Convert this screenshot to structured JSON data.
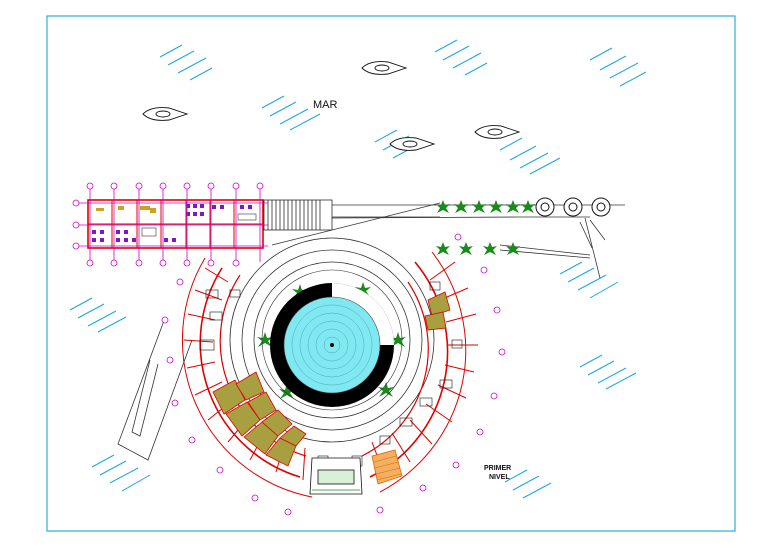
{
  "labels": {
    "sea": "MAR",
    "level_line1": "PRIMER",
    "level_line2": "NIVEL"
  },
  "colors": {
    "frame": "#2ab0d0",
    "water_hatch": "#1aa6e0",
    "walls": "#e00000",
    "axis_bubble": "#d000d0",
    "pool": "#7fe8f0",
    "pool_ring": "#000000",
    "palms": "#1a8a1a",
    "olive_rooms": "#a8a040",
    "furniture_purple": "#7a1ac0",
    "linework": "#333333"
  },
  "icons": [
    "boat-icon",
    "palm-tree-icon",
    "umbrella-table-icon",
    "stair-icon"
  ]
}
